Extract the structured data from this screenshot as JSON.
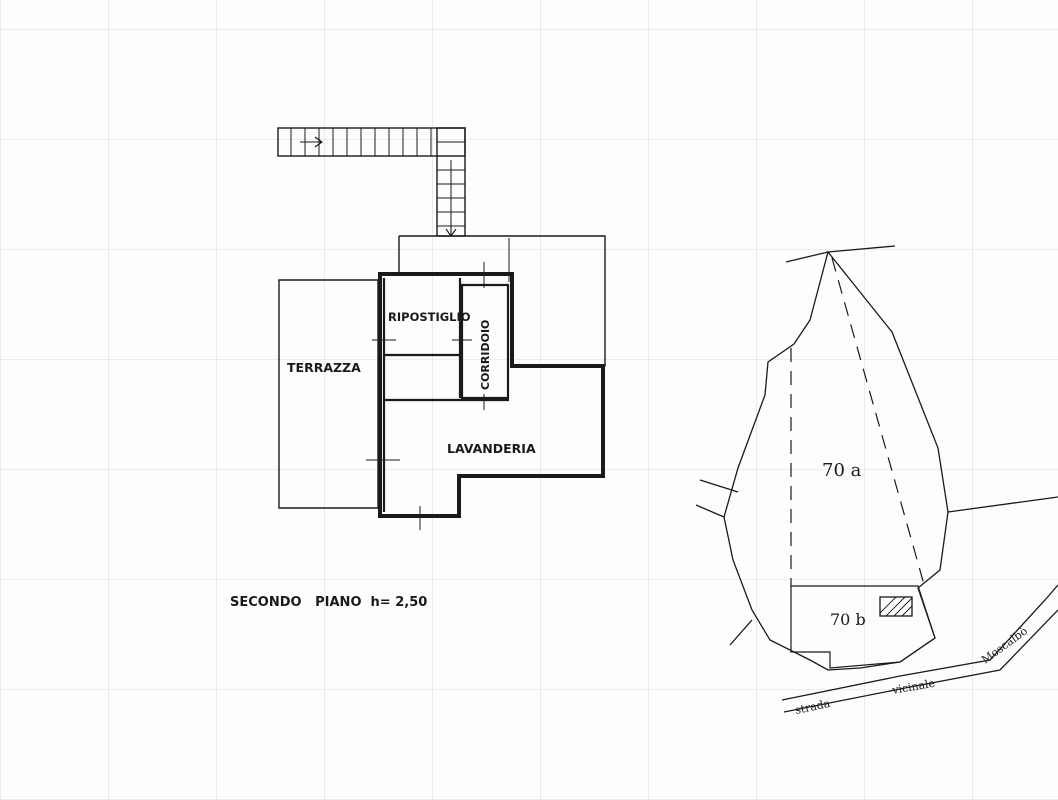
{
  "floor_plan": {
    "rooms": {
      "terrace": "TERRAZZA",
      "storage": "RIPOSTIGLIO",
      "corridor": "CORRIDOIO",
      "laundry": "LAVANDERIA"
    },
    "caption": "SECONDO   PIANO  h= 2,50"
  },
  "site_plan": {
    "parcel_a": "70 a",
    "parcel_b": "70 b",
    "road_words": [
      "strada",
      "vicinale",
      "Moscalbò"
    ]
  },
  "colors": {
    "ink": "#1a1a1a",
    "grid": "#9a9a9a",
    "paper": "#fdfdfd"
  }
}
